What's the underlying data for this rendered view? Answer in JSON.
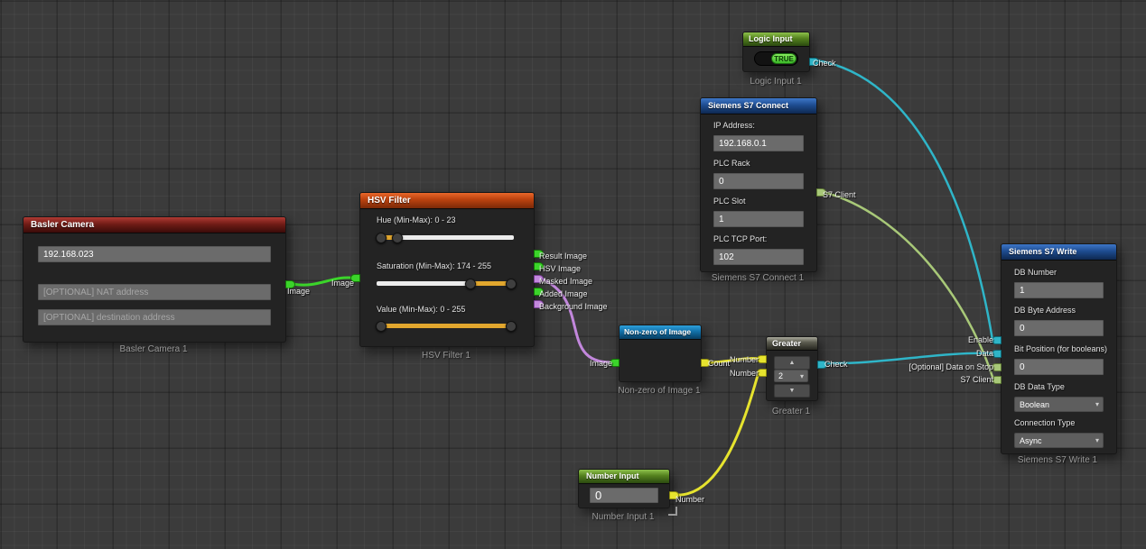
{
  "canvas": {
    "background": "#3b3b3b"
  },
  "colors": {
    "wire_green": "#3bd42a",
    "wire_purple": "#c287dc",
    "wire_yellow": "#e6e32e",
    "wire_cyan": "#2fb5c8",
    "wire_olive": "#a8c878",
    "header_red": "#8f2824",
    "header_orange": "#cf4f15",
    "header_green": "#67943a",
    "header_blue": "#2a5ca8",
    "header_cyan": "#1f8fd0",
    "header_gray": "#7a7a6e",
    "slider_fill": "#e2a72e",
    "toggle_on_green": "#55d83e"
  },
  "icons": {
    "chevron_down": "▾",
    "spin_up": "▲",
    "spin_down": "▼"
  },
  "nodes": {
    "basler_camera": {
      "title": "Basler Camera",
      "caption": "Basler Camera 1",
      "ip_value": "192.168.023",
      "nat_placeholder": "[OPTIONAL] NAT address",
      "dest_placeholder": "[OPTIONAL] destination address",
      "output_label": "Image"
    },
    "hsv_filter": {
      "title": "HSV Filter",
      "caption": "HSV Filter 1",
      "hue_label": "Hue (Min-Max): 0 - 23",
      "saturation_label": "Saturation (Min-Max): 174 - 255",
      "value_label": "Value (Min-Max): 0 - 255",
      "input_label": "Image",
      "outputs": [
        "Result Image",
        "HSV Image",
        "Masked Image",
        "Added Image",
        "Background Image"
      ]
    },
    "logic_input": {
      "title": "Logic Input",
      "caption": "Logic Input 1",
      "toggle_value": "TRUE",
      "output_label": "Check"
    },
    "s7_connect": {
      "title": "Siemens S7 Connect",
      "caption": "Siemens S7 Connect 1",
      "fields": [
        {
          "label": "IP Address:",
          "value": "192.168.0.1"
        },
        {
          "label": "PLC Rack",
          "value": "0"
        },
        {
          "label": "PLC Slot",
          "value": "1"
        },
        {
          "label": "PLC TCP Port:",
          "value": "102"
        }
      ],
      "output_label": "S7 Client"
    },
    "non_zero_of_image": {
      "title": "Non-zero of Image",
      "caption": "Non-zero of Image 1",
      "input_label": "Image",
      "output_label": "Count"
    },
    "greater": {
      "title": "Greater",
      "caption": "Greater 1",
      "value": "2",
      "input_labels": [
        "Number",
        "Number"
      ],
      "output_label": "Check"
    },
    "number_input": {
      "title": "Number Input",
      "caption": "Number Input 1",
      "value": "0",
      "output_label": "Number"
    },
    "s7_write": {
      "title": "Siemens S7 Write",
      "caption": "Siemens S7 Write 1",
      "fields": [
        {
          "label": "DB Number",
          "value": "1"
        },
        {
          "label": "DB Byte Address",
          "value": "0"
        },
        {
          "label": "Bit Position (for booleans)",
          "value": "0"
        }
      ],
      "selects": [
        {
          "label": "DB Data Type",
          "value": "Boolean"
        },
        {
          "label": "Connection Type",
          "value": "Async"
        }
      ],
      "input_labels": [
        "Enable",
        "Data",
        "[Optional] Data on Stop",
        "S7 Client"
      ]
    }
  }
}
